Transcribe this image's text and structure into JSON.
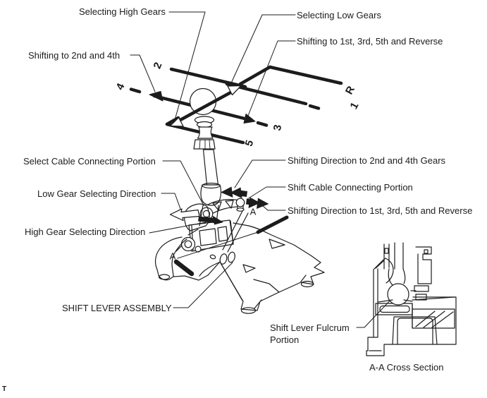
{
  "callouts": {
    "selecting_high_gears": "Selecting High Gears",
    "selecting_low_gears": "Selecting Low Gears",
    "shifting_to_1st_3rd_5th_reverse": "Shifting to 1st, 3rd, 5th and Reverse",
    "shifting_to_2nd_and_4th": "Shifting to 2nd and 4th",
    "select_cable_connecting_portion": "Select Cable Connecting Portion",
    "low_gear_selecting_direction": "Low Gear Selecting Direction",
    "high_gear_selecting_direction": "High Gear Selecting Direction",
    "shifting_direction_2nd_4th_gears": "Shifting Direction to 2nd and 4th Gears",
    "shift_cable_connecting_portion": "Shift Cable Connecting Portion",
    "shifting_direction_1st_3rd_5th_reverse": "Shifting Direction to 1st, 3rd, 5th and Reverse",
    "shift_lever_assembly": "SHIFT LEVER ASSEMBLY"
  },
  "gate": {
    "n2": "2",
    "n4": "4",
    "nR": "R",
    "n1": "1",
    "n3": "3",
    "n5": "5"
  },
  "section": {
    "marker_left": "A",
    "marker_right": "A",
    "fulcrum_line1": "Shift Lever Fulcrum",
    "fulcrum_line2": "Portion",
    "caption": "A-A Cross Section"
  },
  "footer": {
    "mark": "T"
  },
  "colors": {
    "ink": "#1c1c1c",
    "paper": "#ffffff"
  }
}
